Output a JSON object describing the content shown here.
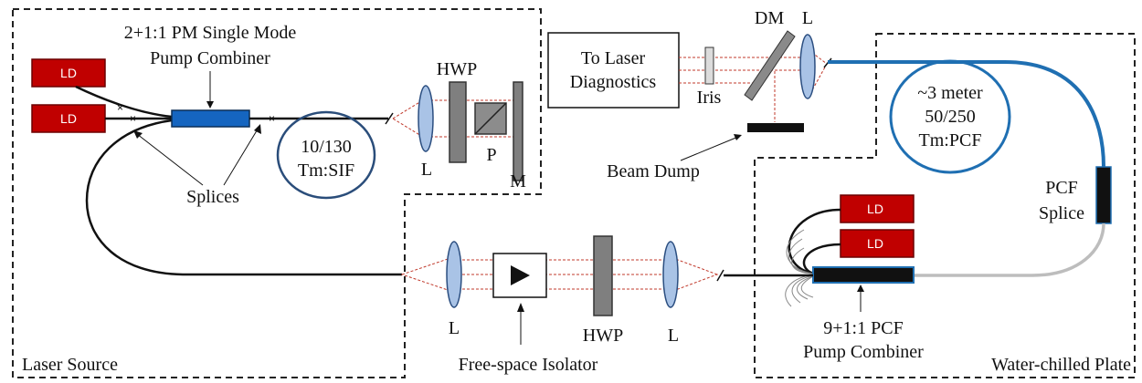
{
  "regions": {
    "laser_source": "Laser Source",
    "water_chilled_plate": "Water-chilled Plate"
  },
  "labels": {
    "pm_combiner_line1": "2+1:1 PM Single Mode",
    "pm_combiner_line2": "Pump Combiner",
    "hwp_top": "HWP",
    "p": "P",
    "m": "M",
    "l_source": "L",
    "sif_line1": "10/130",
    "sif_line2": "Tm:SIF",
    "splices": "Splices",
    "to_laser_line1": "To Laser",
    "to_laser_line2": "Diagnostics",
    "iris": "Iris",
    "dm": "DM",
    "l_top": "L",
    "beam_dump": "Beam Dump",
    "pcf_line1": "~3 meter",
    "pcf_line2": "50/250",
    "pcf_line3": "Tm:PCF",
    "pcf_splice_line1": "PCF",
    "pcf_splice_line2": "Splice",
    "l_iso_left": "L",
    "hwp_bottom": "HWP",
    "l_iso_right": "L",
    "isolator": "Free-space Isolator",
    "pcf_combiner_line1": "9+1:1 PCF",
    "pcf_combiner_line2": "Pump Combiner",
    "splice_mark": "×"
  },
  "diodes": [
    "LD",
    "LD",
    "LD",
    "LD"
  ],
  "colors": {
    "laser_diode": "#c00000",
    "pm_combiner": "#1565c0",
    "pcf_fiber": "#1f6fb2",
    "beam": "#c0392b",
    "lens": "#a9c3e6"
  }
}
